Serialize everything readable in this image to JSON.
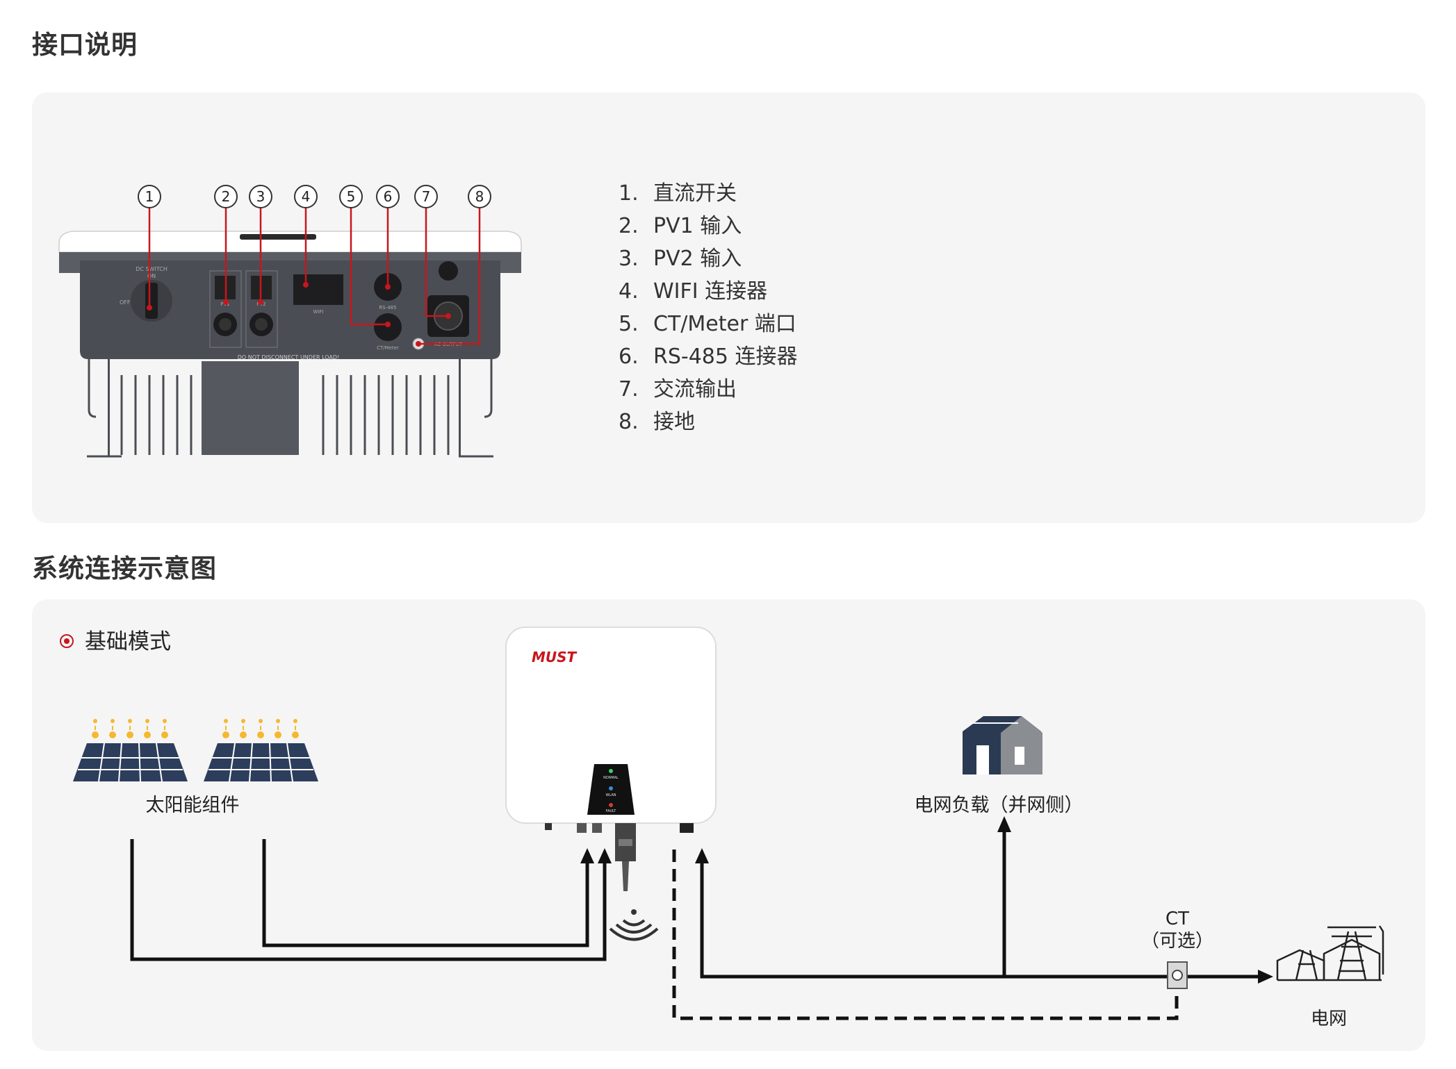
{
  "section1": {
    "title": "接口说明",
    "callouts": [
      "1",
      "2",
      "3",
      "4",
      "5",
      "6",
      "7",
      "8"
    ],
    "panel_text": {
      "dc_switch": "DC SWITCH",
      "on": "ON",
      "off": "OFF",
      "pv1": "PV1",
      "pv2": "PV2",
      "wifi": "WIFI",
      "rs485": "RS-485",
      "ctmeter": "CT/Meter",
      "ac_output": "AC OUTPUT",
      "warning": "DO NOT DISCONNECT UNDER LOAD!"
    },
    "items": [
      {
        "num": "1.",
        "label": "直流开关"
      },
      {
        "num": "2.",
        "label": "PV1 输入"
      },
      {
        "num": "3.",
        "label": "PV2 输入"
      },
      {
        "num": "4.",
        "label": "WIFI 连接器"
      },
      {
        "num": "5.",
        "label": "CT/Meter 端口"
      },
      {
        "num": "6.",
        "label": "RS-485 连接器"
      },
      {
        "num": "7.",
        "label": "交流输出"
      },
      {
        "num": "8.",
        "label": "接地"
      }
    ]
  },
  "section2": {
    "title": "系统连接示意图",
    "mode_label": "基础模式",
    "brand": "MUST",
    "indicators": [
      "NORMAL",
      "WLAN",
      "FAULT"
    ],
    "solar_label": "太阳能组件",
    "load_label": "电网负载（并网侧）",
    "ct_label": "CT",
    "ct_optional": "（可选）",
    "grid_label": "电网"
  },
  "colors": {
    "accent_red": "#c8161d",
    "panel_bg": "#f5f5f5",
    "inverter_body": "#4a4d53",
    "solar_blue": "#2c3e5c",
    "sun_yellow": "#f5b82e",
    "house_navy": "#2a3a52",
    "house_gray": "#8a8d92"
  }
}
